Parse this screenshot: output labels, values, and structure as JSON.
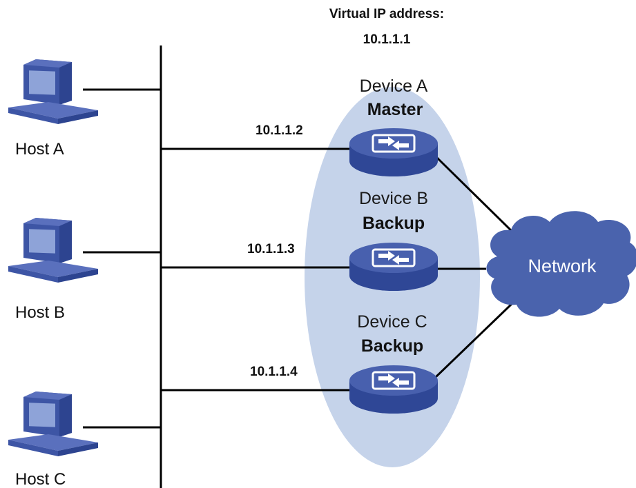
{
  "virtual_ip": {
    "label": "Virtual IP address:",
    "address": "10.1.1.1"
  },
  "hosts": [
    {
      "name": "Host A"
    },
    {
      "name": "Host B"
    },
    {
      "name": "Host C"
    }
  ],
  "devices": [
    {
      "name": "Device A",
      "role": "Master",
      "ip": "10.1.1.2"
    },
    {
      "name": "Device B",
      "role": "Backup",
      "ip": "10.1.1.3"
    },
    {
      "name": "Device C",
      "role": "Backup",
      "ip": "10.1.1.4"
    }
  ],
  "network": {
    "label": "Network"
  },
  "colors": {
    "group_ellipse": "#c5d3ea",
    "device_blue": "#3e58a6",
    "cloud_blue": "#4a63ad",
    "host_blue": "#3d55a5"
  }
}
